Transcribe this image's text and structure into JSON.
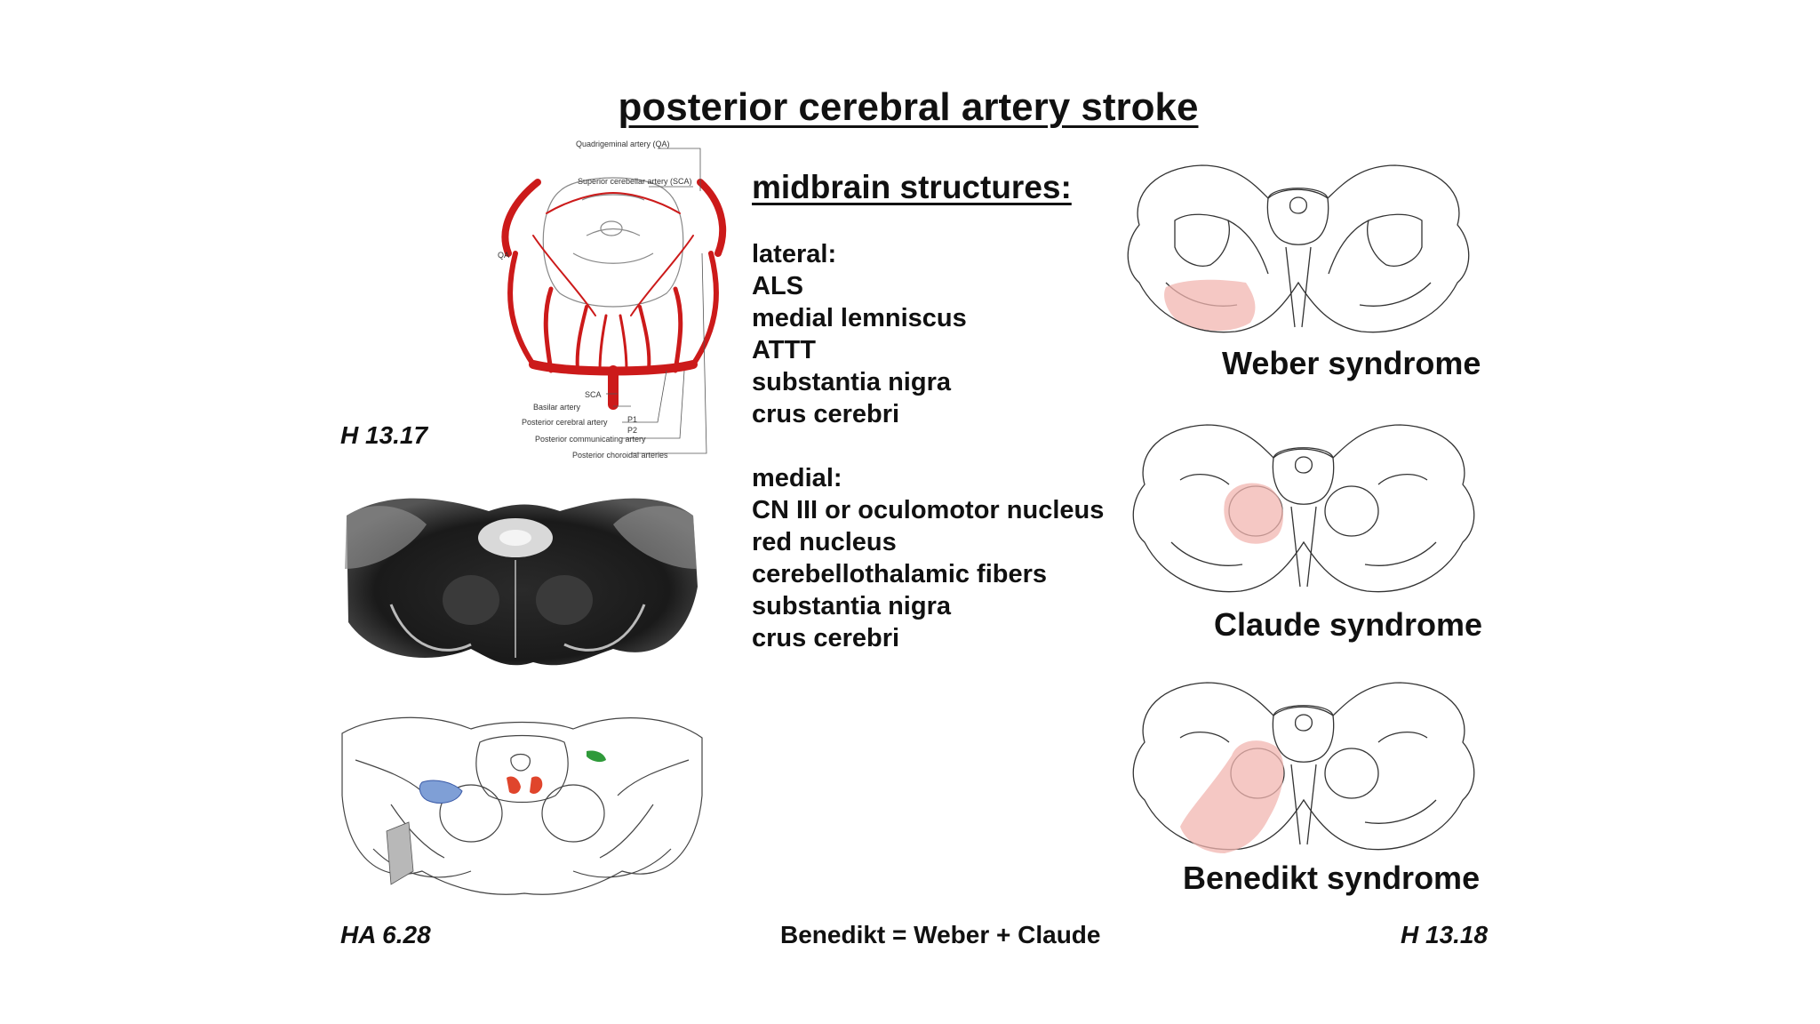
{
  "title": "posterior cerebral artery stroke",
  "refs": {
    "top_left": "H 13.17",
    "bottom_left": "HA 6.28",
    "bottom_right": "H 13.18"
  },
  "artery_labels": {
    "qa_top": "Quadrigeminal artery (QA)",
    "sca_top": "Superior cerebellar artery (SCA)",
    "qa_side": "QA",
    "sca": "SCA",
    "basilar": "Basilar artery",
    "pca": "Posterior cerebral artery",
    "p1": "P1",
    "p2": "P2",
    "pcomm": "Posterior communicating artery",
    "pchoroidal": "Posterior choroidal arteries"
  },
  "structures": {
    "heading": "midbrain structures:",
    "lateral_label": "lateral:",
    "lateral": [
      "ALS",
      "medial lemniscus",
      "ATTT",
      "substantia nigra",
      "crus cerebri"
    ],
    "medial_label": "medial:",
    "medial": [
      "CN III or oculomotor nucleus",
      "red nucleus",
      "cerebellothalamic fibers",
      "substantia nigra",
      "crus cerebri"
    ]
  },
  "syndromes": [
    "Weber syndrome",
    "Claude syndrome",
    "Benedikt syndrome"
  ],
  "equation": "Benedikt = Weber + Claude",
  "colors": {
    "artery": "#cc1a1a",
    "lesion": "#f2b6b0",
    "blue_region": "#7f9fd6",
    "red_region": "#e0452c",
    "green_region": "#2f9a3a",
    "gray_region": "#b8b8b8"
  }
}
